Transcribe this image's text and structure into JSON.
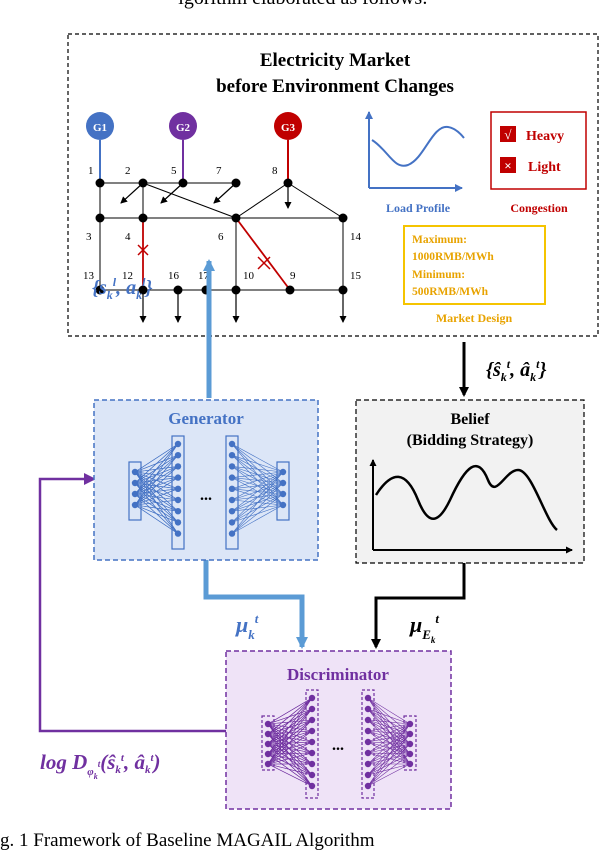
{
  "top_caption_fragment": "lgorithm elaborated as follows:",
  "market": {
    "title_line1": "Electricity Market",
    "title_line2": "before Environment Changes",
    "generators": [
      "G1",
      "G2",
      "G3"
    ],
    "bus_labels": [
      "1",
      "2",
      "5",
      "7",
      "8",
      "3",
      "4",
      "6",
      "14",
      "13",
      "12",
      "16",
      "17",
      "10",
      "9",
      "15"
    ],
    "load_profile_label": "Load Profile",
    "congestion": {
      "heavy_symbol": "√",
      "heavy_label": "Heavy",
      "light_symbol": "×",
      "light_label": "Light",
      "title": "Congestion"
    },
    "design": {
      "line1": "Maximum:",
      "line2": "1000RMB/MWh",
      "line3": "Minimum:",
      "line4": "500RMB/MWh",
      "title": "Market Design"
    }
  },
  "arrows": {
    "left_set_label": "{s",
    "right_set_label": "{ŝ",
    "mu_k": "μ",
    "mu_ek": "μ"
  },
  "generator": {
    "title": "Generator",
    "ellipsis": "..."
  },
  "belief": {
    "title_line1": "Belief",
    "title_line2": "(Bidding Strategy)"
  },
  "discriminator": {
    "title": "Discriminator",
    "ellipsis": "..."
  },
  "log_label": "log D",
  "figure_caption": "g. 1 Framework of Baseline MAGAIL Algorithm",
  "colors": {
    "blue": "#4472C4",
    "purple": "#7030A0",
    "red": "#C00000",
    "orange": "#E8A300",
    "gen_fill": "#DCE6F7",
    "disc_fill": "#EFE3F7"
  }
}
